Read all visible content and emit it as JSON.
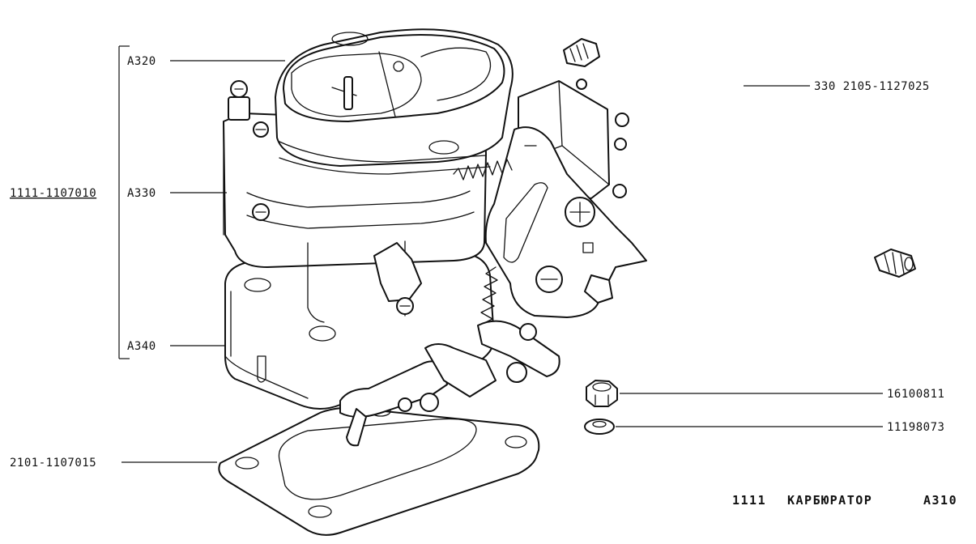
{
  "labels": {
    "a320": "A320",
    "a330": "A330",
    "a340": "A340",
    "assembly": "1111-1107010",
    "gasket": "2101-1107015",
    "hose": "330 2105-1127025",
    "nut": "16100811",
    "washer": "11198073"
  },
  "caption": {
    "model": "1111",
    "name": "КАРБЮРАТОР",
    "code": "A310"
  }
}
